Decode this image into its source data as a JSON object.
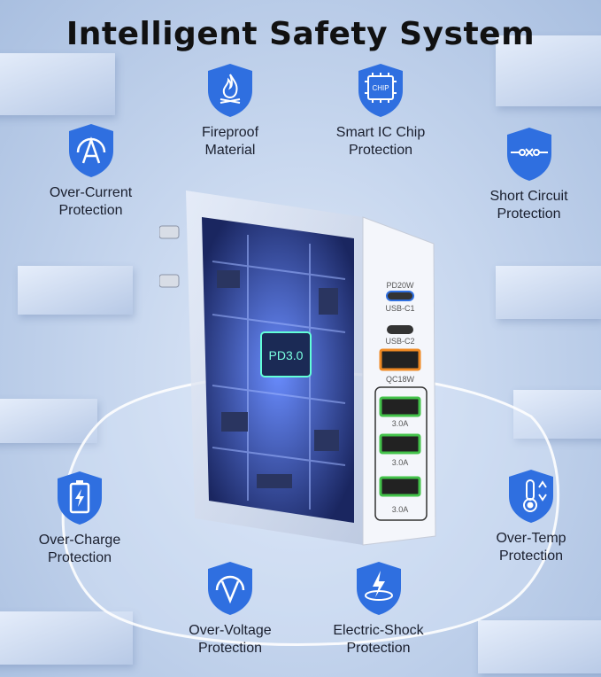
{
  "headline": "Intelligent Safety System",
  "features": {
    "fireproof": [
      "Fireproof",
      "Material"
    ],
    "smart_ic": [
      "Smart IC Chip",
      "Protection"
    ],
    "over_current": [
      "Over-Current",
      "Protection"
    ],
    "short_circuit": [
      "Short Circuit",
      "Protection"
    ],
    "over_charge": [
      "Over-Charge",
      "Protection"
    ],
    "over_temp": [
      "Over-Temp",
      "Protection"
    ],
    "over_voltage": [
      "Over-Voltage",
      "Protection"
    ],
    "electric_shock": [
      "Electric-Shock",
      "Protection"
    ]
  },
  "chip_icon_text": "CHIP",
  "charger": {
    "chip_label": "PD3.0",
    "port_labels": {
      "pd": "PD20W",
      "usb_c1": "USB-C1",
      "usb_c2": "USB-C2",
      "qc": "QC18W",
      "a1": "3.0A",
      "a2": "3.0A",
      "a3": "3.0A"
    }
  },
  "colors": {
    "badge_blue": "#2f6fe0",
    "title": "#111111",
    "accent_orange": "#f08a24",
    "accent_green": "#43c24a"
  }
}
